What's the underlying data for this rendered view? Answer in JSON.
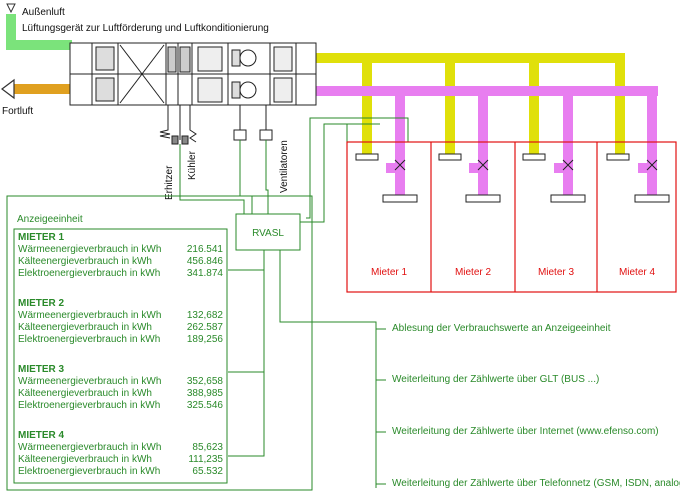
{
  "labels": {
    "outside_air": "Außenluft",
    "exhaust_air": "Fortluft",
    "device_title": "Lüftungsgerät zur Luftförderung und Luftkonditionierung",
    "heater": "Erhitzer",
    "cooler": "Kühler",
    "fans": "Ventilatoren",
    "controller": "RVASL"
  },
  "tenants": [
    "Mieter 1",
    "Mieter 2",
    "Mieter 3",
    "Mieter 4"
  ],
  "display_unit": {
    "title": "Anzeigeeinheit",
    "blocks": [
      {
        "name": "MIETER 1",
        "rows": [
          {
            "label": "Wärmeenergieverbrauch in kWh",
            "value": "216.541"
          },
          {
            "label": "Kälteenergieverbrauch in kWh",
            "value": "456.846"
          },
          {
            "label": "Elektroenergieverbrauch in kWh",
            "value": "341.874"
          }
        ]
      },
      {
        "name": "MIETER 2",
        "rows": [
          {
            "label": "Wärmeenergieverbrauch in kWh",
            "value": "132,682"
          },
          {
            "label": "Kälteenergieverbrauch in kWh",
            "value": "262.587"
          },
          {
            "label": "Elektroenergieverbrauch in kWh",
            "value": "189,256"
          }
        ]
      },
      {
        "name": "MIETER 3",
        "rows": [
          {
            "label": "Wärmeenergieverbrauch in kWh",
            "value": "352,658"
          },
          {
            "label": "Kälteenergieverbrauch in kWh",
            "value": "388,985"
          },
          {
            "label": "Elektroenergieverbrauch in kWh",
            "value": "325.546"
          }
        ]
      },
      {
        "name": "MIETER 4",
        "rows": [
          {
            "label": "Wärmeenergieverbrauch in kWh",
            "value": "85,623"
          },
          {
            "label": "Kälteenergieverbrauch in kWh",
            "value": "111,235"
          },
          {
            "label": "Elektroenergieverbrauch in kWh",
            "value": "65.532"
          }
        ]
      }
    ]
  },
  "outputs": [
    "Ablesung der Verbrauchswerte an Anzeigeeinheit",
    "Weiterleitung der Zählwerte über GLT (BUS ...)",
    "Weiterleitung der Zählwerte über Internet (www.efenso.com)",
    "Weiterleitung der Zählwerte über Telefonnetz (GSM, ISDN, analog)"
  ],
  "colors": {
    "supply_air": "#e0e00a",
    "extract_air": "#e87ef0",
    "outside_air": "#7be37b",
    "exhaust_air": "#e0a020",
    "tenant_frame": "#e11111",
    "signal_lines": "#2a8a2a"
  }
}
